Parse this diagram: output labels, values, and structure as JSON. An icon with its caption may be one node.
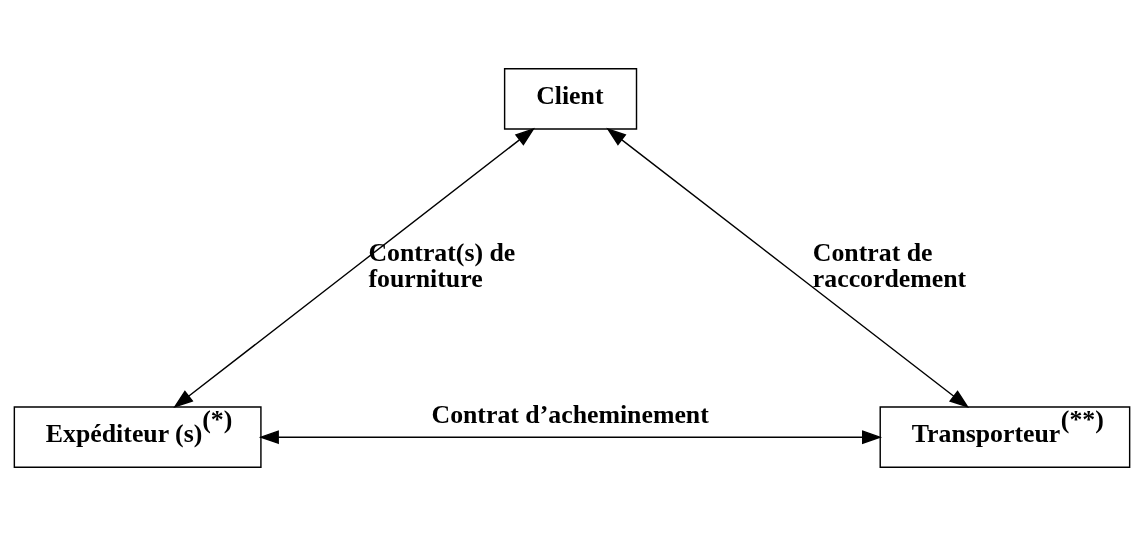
{
  "diagram": {
    "nodes": [
      {
        "text": [
          "Client"
        ]
      },
      {
        "text": [
          "Expéditeur (s)$^{(*)}$"
        ]
      },
      {
        "text": [
          "Transporteur$^{(**)}$"
        ]
      }
    ],
    "edges": [
      {
        "from": 0,
        "to": 1,
        "arrow": "both",
        "label": "Contrat(s) de fourniture"
      },
      {
        "from": 0,
        "to": 2,
        "arrow": "both",
        "label": "Contrat de raccordement"
      },
      {
        "from": 1,
        "to": 2,
        "arrow": "both",
        "label": "Contrat d’acheminement"
      }
    ]
  }
}
